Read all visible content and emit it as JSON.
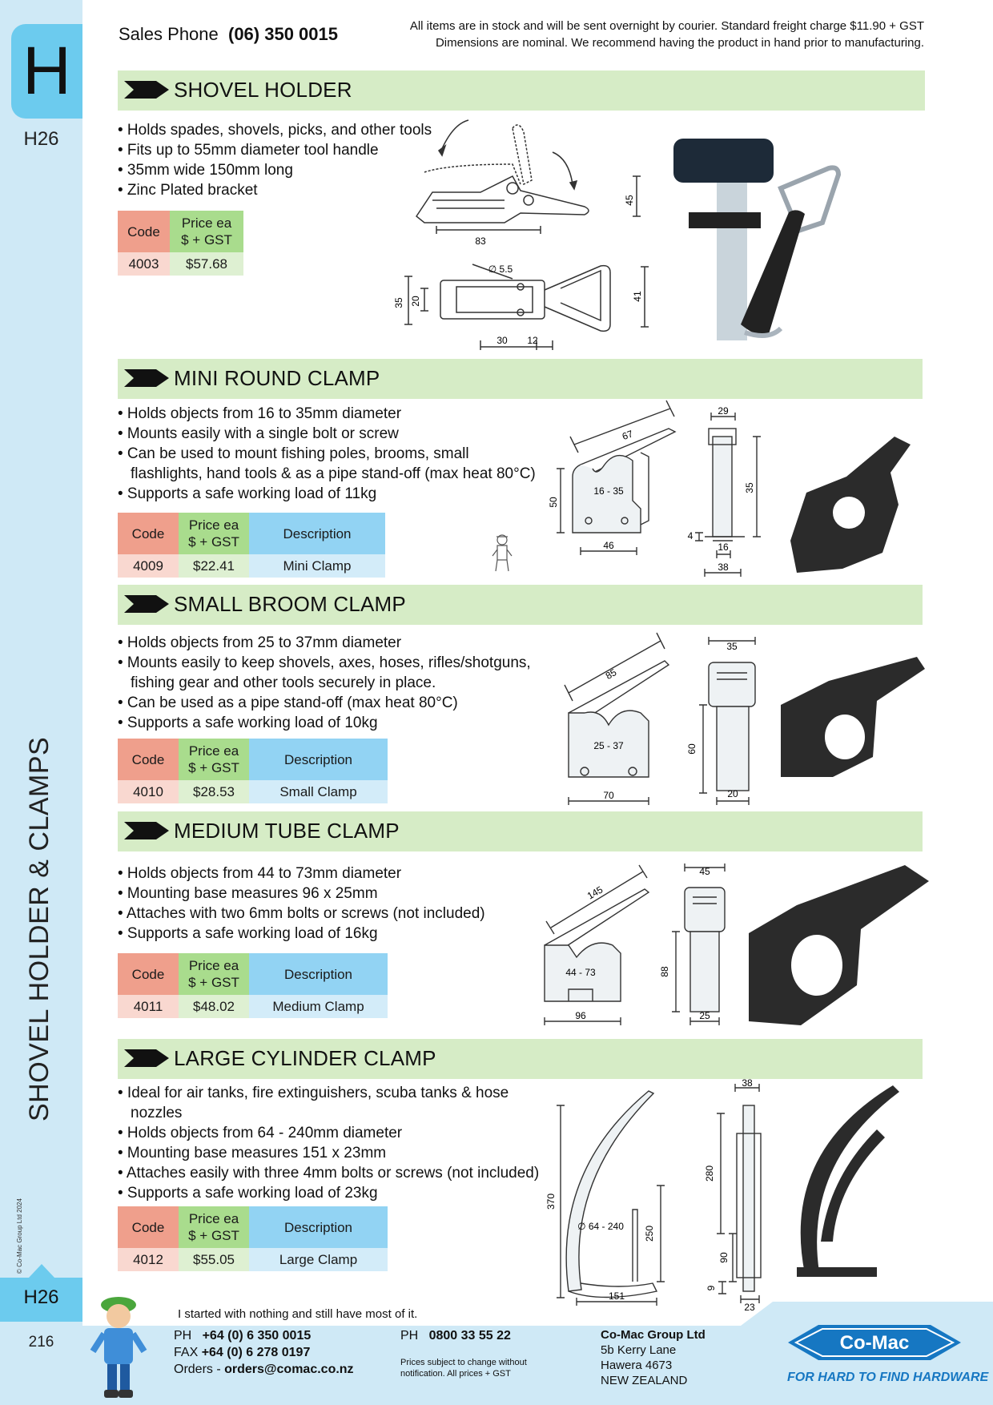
{
  "sidebar": {
    "letter": "H",
    "page_code_top": "H26",
    "vertical_title": "SHOVEL HOLDER & CLAMPS",
    "copyright": "© Co-Mac Group Ltd 2024",
    "page_code_bottom": "H26",
    "page_number": "216"
  },
  "header": {
    "sales_label": "Sales Phone",
    "sales_phone": "(06) 350 0015",
    "notice_line1": "All items are in stock and will be sent overnight by courier. Standard freight charge $11.90 + GST",
    "notice_line2": "Dimensions are nominal. We recommend having the product in hand prior to manufacturing."
  },
  "table_headers": {
    "code": "Code",
    "price_line1": "Price ea",
    "price_line2": "$ + GST",
    "description": "Description"
  },
  "sections": [
    {
      "title": "SHOVEL HOLDER",
      "bullets": [
        "• Holds spades, shovels, picks, and other tools",
        "• Fits up to 55mm diameter tool handle",
        "• 35mm wide 150mm long",
        "• Zinc Plated bracket"
      ],
      "code": "4003",
      "price": "$57.68",
      "dims": {
        "height": "45",
        "length": "83",
        "hole": "∅ 5.5",
        "width": "35",
        "inner": "20",
        "loop": "41",
        "a": "30",
        "b": "12"
      }
    },
    {
      "title": "MINI ROUND CLAMP",
      "bullets": [
        "• Holds objects from 16 to 35mm diameter",
        "• Mounts easily with a single bolt or screw",
        "• Can be used to mount fishing poles, brooms, small",
        "flashlights, hand tools & as a pipe stand-off (max heat 80°C)",
        "• Supports a safe working load of 11kg"
      ],
      "code": "4009",
      "price": "$22.41",
      "description": "Mini Clamp",
      "dims": {
        "strap": "67",
        "range": "16 - 35",
        "height": "50",
        "base": "46",
        "top": "29",
        "side": "35",
        "thick": "4",
        "foot": "16",
        "depth": "38"
      }
    },
    {
      "title": "SMALL BROOM CLAMP",
      "bullets": [
        "• Holds objects from 25 to 37mm diameter",
        "• Mounts easily to keep shovels, axes, hoses, rifles/shotguns,",
        "fishing gear and other tools securely in place.",
        "• Can be used as a pipe stand-off (max heat 80°C)",
        "• Supports a safe working load of 10kg"
      ],
      "code": "4010",
      "price": "$28.53",
      "description": "Small Clamp",
      "dims": {
        "strap": "85",
        "range": "25 - 37",
        "base": "70",
        "top": "35",
        "side": "60",
        "foot": "20"
      }
    },
    {
      "title": "MEDIUM TUBE CLAMP",
      "bullets": [
        "• Holds objects from 44 to 73mm diameter",
        "• Mounting base measures 96 x 25mm",
        "• Attaches with two 6mm bolts or screws (not included)",
        "• Supports a safe working load of 16kg"
      ],
      "code": "4011",
      "price": "$48.02",
      "description": "Medium Clamp",
      "dims": {
        "strap": "145",
        "range": "44 - 73",
        "base": "96",
        "top": "45",
        "side": "88",
        "foot": "25"
      }
    },
    {
      "title": "LARGE CYLINDER CLAMP",
      "bullets": [
        "• Ideal for air tanks, fire extinguishers, scuba tanks & hose",
        "nozzles",
        "• Holds objects from 64 - 240mm diameter",
        "• Mounting base measures 151 x 23mm",
        "• Attaches easily with three 4mm bolts or screws (not included)",
        "• Supports a safe working load of 23kg"
      ],
      "code": "4012",
      "price": "$55.05",
      "description": "Large Clamp",
      "dims": {
        "height": "370",
        "range": "∅ 64 - 240",
        "inner": "250",
        "base": "151",
        "top": "38",
        "side": "280",
        "lower": "90",
        "thick": "9",
        "foot": "23"
      }
    }
  ],
  "footer": {
    "quote": "I started with nothing and still have most of it.",
    "ph_label": "PH",
    "ph": "+64 (0) 6 350 0015",
    "fax_label": "FAX",
    "fax": "+64 (0) 6 278 0197",
    "orders_label": "Orders -",
    "orders": "orders@comac.co.nz",
    "ph2_label": "PH",
    "ph2": "0800 33 55 22",
    "note_line1": "Prices subject to change without",
    "note_line2": "notification. All prices + GST",
    "company": "Co-Mac Group Ltd",
    "addr1": "5b Kerry Lane",
    "addr2": "Hawera 4673",
    "addr3": "NEW ZEALAND",
    "logo": "Co-Mac",
    "tagline": "FOR HARD TO FIND HARDWARE"
  },
  "colors": {
    "band": "#d6ecc6",
    "code_header": "#ef9f8c",
    "price_header": "#a9dc8d",
    "desc_header": "#92d3f3",
    "sidebar": "#cfe9f6",
    "accent": "#6ccbee",
    "logo_blue": "#1677c2"
  },
  "icons": [
    "section-arrow-icon",
    "mascot-icon",
    "comac-logo"
  ]
}
